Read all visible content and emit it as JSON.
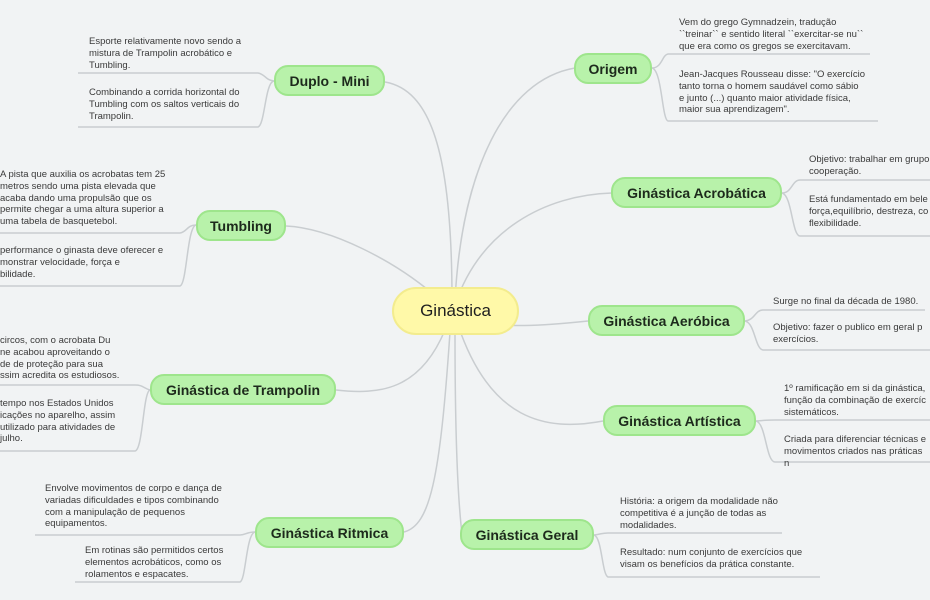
{
  "central": "Ginástica",
  "topics": {
    "origem": {
      "label": "Origem",
      "notes": [
        "Vem do grego Gymnadzein, tradução\n``treinar`` e sentido literal ``exercitar-se nu``\nque era como os gregos se exercitavam.",
        "Jean-Jacques Rousseau disse: \"O exercício\ntanto torna o homem saudável como sábio\ne junto (...) quanto maior atividade física,\nmaior sua aprendizagem\"."
      ]
    },
    "acrobatica": {
      "label": "Ginástica Acrobática",
      "notes": [
        "Objetivo: trabalhar em grupo\ncooperação.",
        "Está fundamentado em bele\nforça,equilíbrio, destreza, co\nflexibilidade."
      ]
    },
    "aerobica": {
      "label": "Ginástica Aeróbica",
      "notes": [
        "Surge no final da década de 1980.",
        "Objetivo: fazer o publico em geral p\nexercícios."
      ]
    },
    "artistica": {
      "label": "Ginástica Artística",
      "notes": [
        "1º ramificação em si da ginástica,\nfunção da combinação de exercíc\nsistemáticos.",
        "Criada para diferenciar técnicas e\nmovimentos criados nas práticas n"
      ]
    },
    "geral": {
      "label": "Ginástica Geral",
      "notes": [
        "História: a origem da modalidade não\ncompetitiva é a junção de todas as\nmodalidades.",
        "Resultado: num conjunto de exercícios que\nvisam os benefícios da prática constante."
      ]
    },
    "duplo": {
      "label": "Duplo - Mini",
      "notes": [
        "Esporte relativamente novo sendo a\nmistura de Trampolin acrobático e\nTumbling.",
        "Combinando a corrida horizontal do\nTumbling com os saltos verticais do\nTrampolin."
      ]
    },
    "tumbling": {
      "label": "Tumbling",
      "notes": [
        "A pista que auxilia os acrobatas tem 25\nmetros sendo uma pista elevada que\nacaba dando uma propulsão que os\npermite chegar a uma altura superior a\numa tabela de basquetebol.",
        "performance o ginasta deve oferecer e\nmonstrar velocidade, força e\nbilidade."
      ]
    },
    "trampolin": {
      "label": "Ginástica de Trampolin",
      "notes": [
        "circos, com o acrobata Du\nne acabou aproveitando o\nde de proteção para sua\nssim acredita os estudiosos.",
        "tempo nos Estados Unidos\nicações no aparelho, assim\nutilizado para atividades de\njulho."
      ]
    },
    "ritmica": {
      "label": "Ginástica Ritmica",
      "notes": [
        "Envolve movimentos de corpo e dança de\nvariadas dificuldades e tipos combinando\ncom a manipulação de pequenos\nequipamentos.",
        "Em rotinas são permitidos certos\nelementos acrobáticos, como os\nrolamentos e espacates."
      ]
    }
  },
  "colors": {
    "background": "#f1f3f4",
    "central_fill": "#fff9a8",
    "topic_fill": "#b8f2aa",
    "topic_border": "#9ee58c",
    "connector": "#c9cdd0"
  }
}
